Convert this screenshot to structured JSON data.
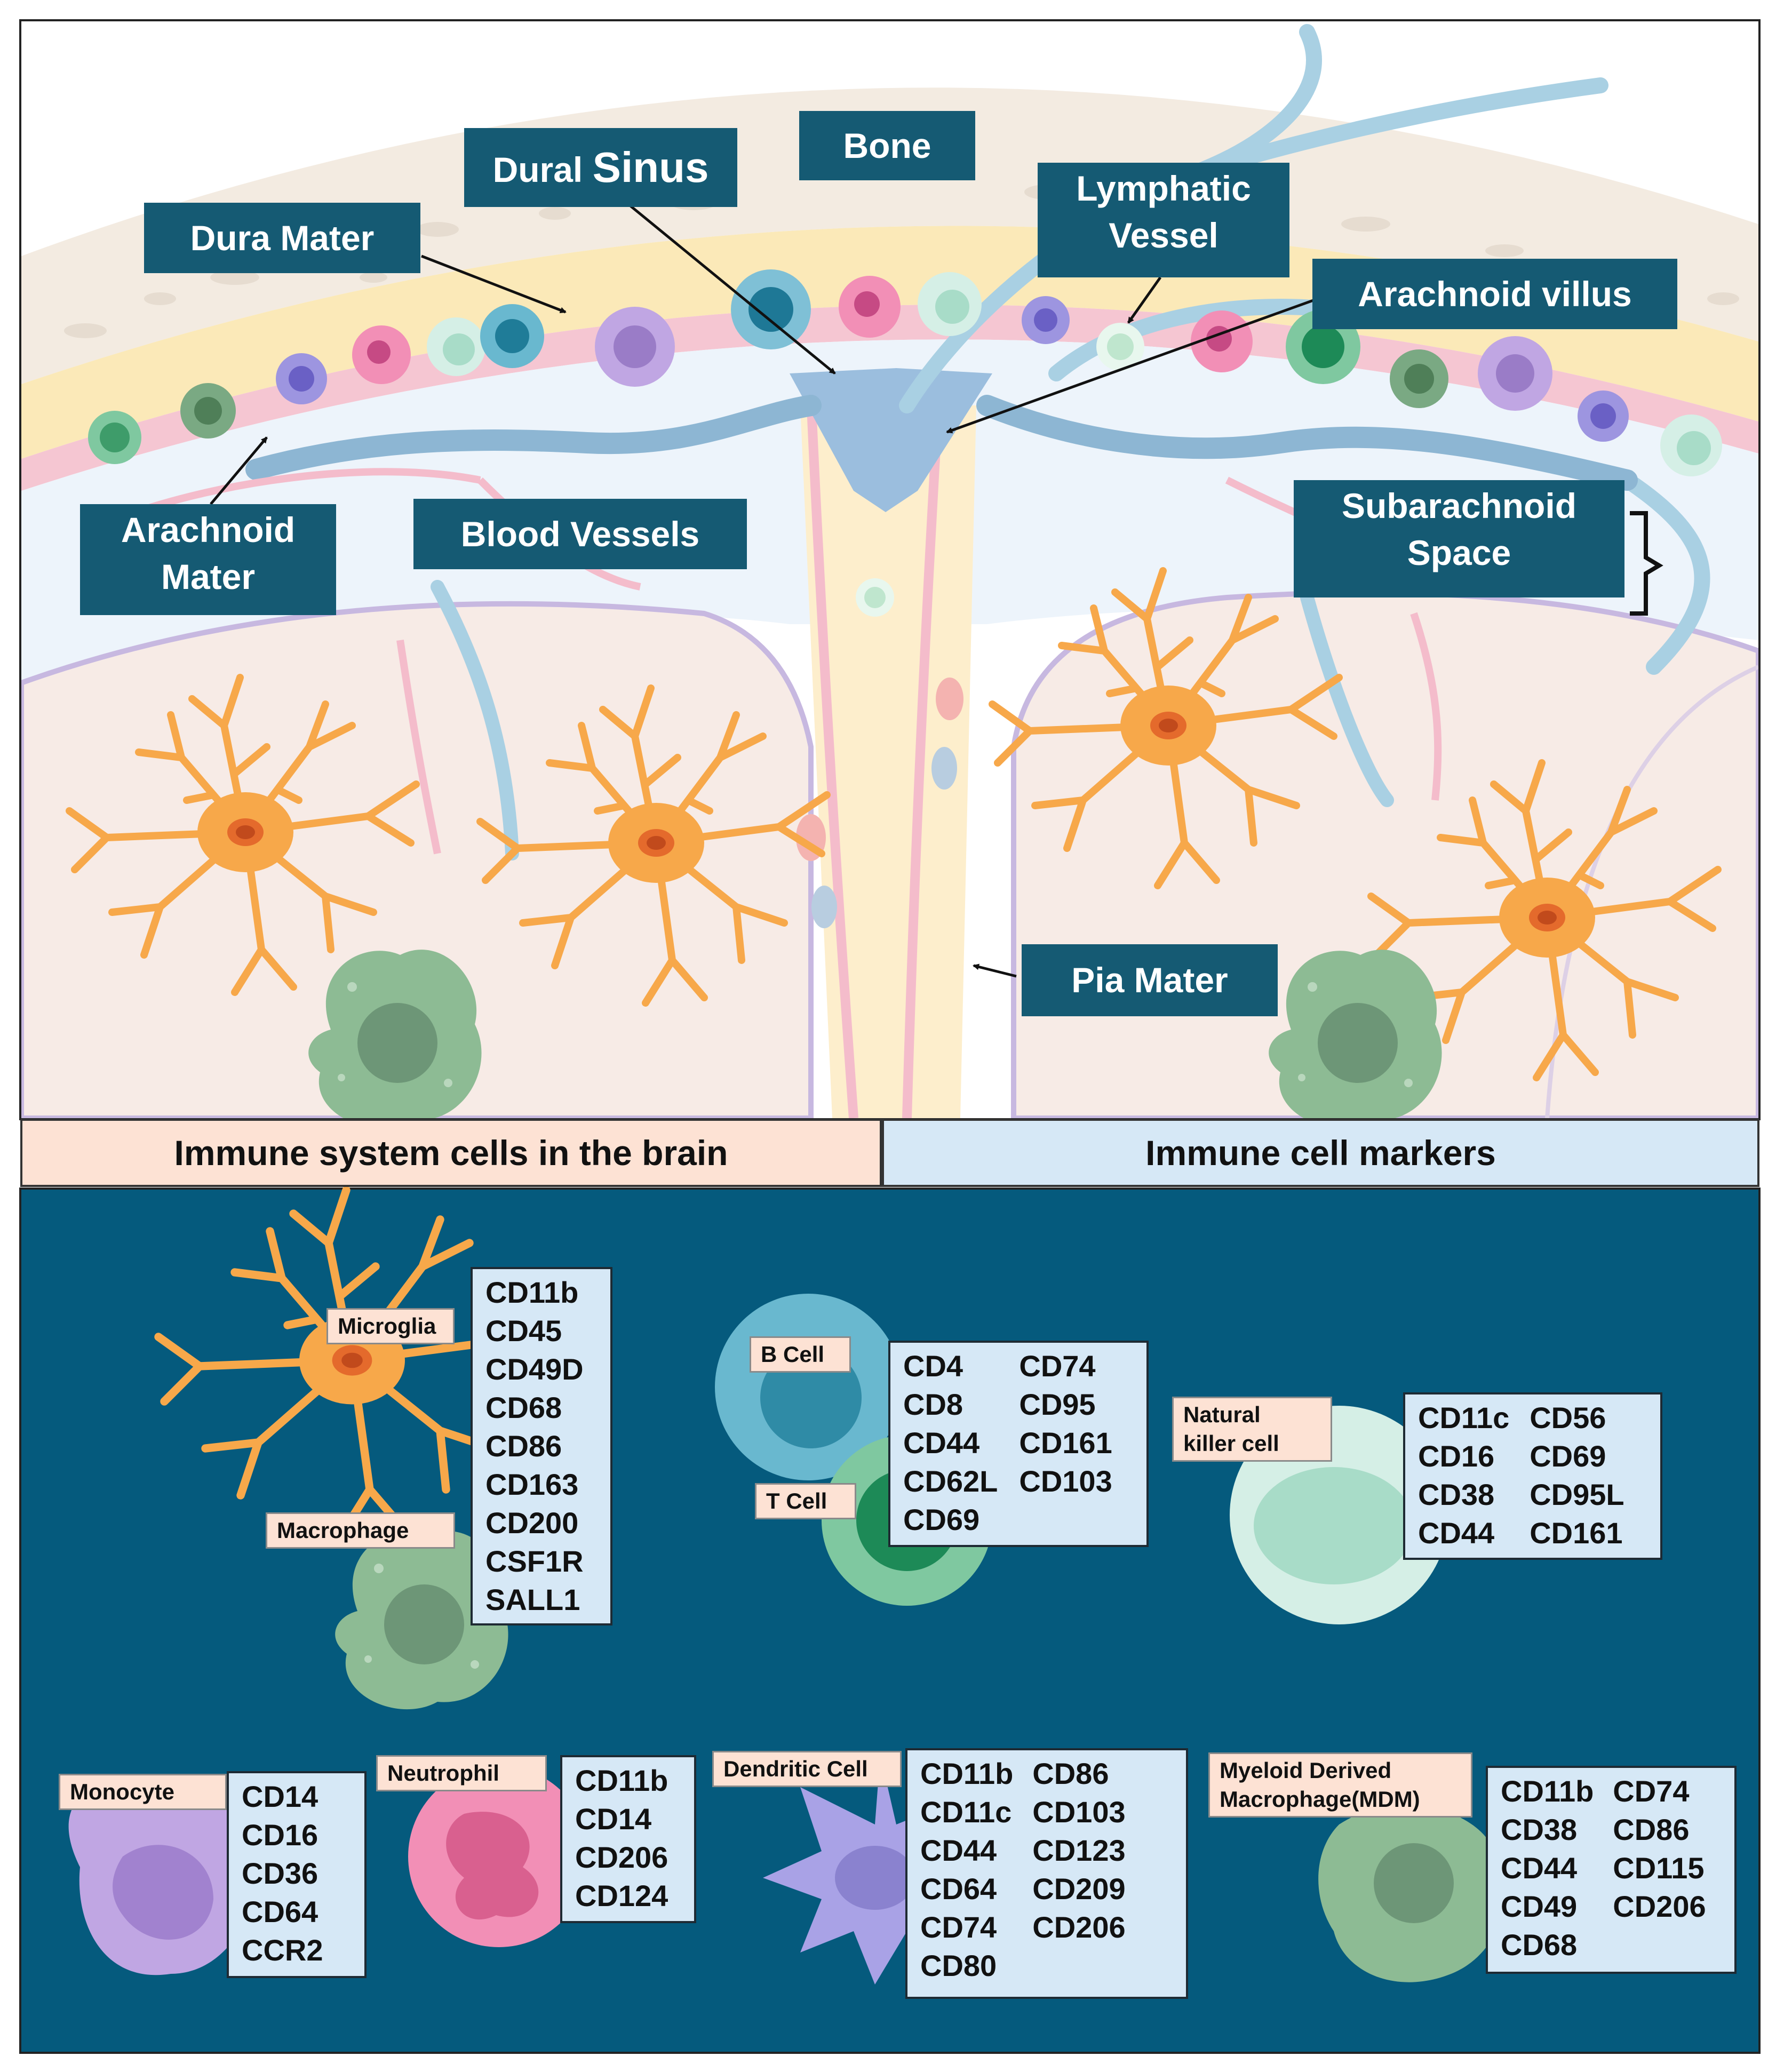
{
  "anatomy_labels": {
    "bone": "Bone",
    "dural": "Dural",
    "sinus": "Sinus",
    "dura_mater": "Dura Mater",
    "lymphatic_vessel": [
      "Lymphatic",
      "Vessel"
    ],
    "arachnoid_villus": "Arachnoid villus",
    "arachnoid_mater": [
      "Arachnoid",
      "Mater"
    ],
    "blood_vessels": "Blood Vessels",
    "subarachnoid_space": [
      "Subarachnoid",
      "Space"
    ],
    "pia_mater": "Pia Mater"
  },
  "headers": {
    "left": "Immune system cells in the brain",
    "right": "Immune cell markers"
  },
  "cells": {
    "microglia": "Microglia",
    "macrophage": "Macrophage",
    "b_cell": "B Cell",
    "t_cell": "T Cell",
    "nk_cell": [
      "Natural",
      "killer cell"
    ],
    "monocyte": "Monocyte",
    "neutrophil": "Neutrophil",
    "dendritic": "Dendritic Cell",
    "mdm": [
      "Myeloid Derived",
      "Macrophage(MDM)"
    ]
  },
  "markers": {
    "microglia_macrophage": [
      [
        "CD11b",
        "CD45",
        "CD49D",
        "CD68",
        "CD86",
        "CD163",
        "CD200",
        "CSF1R",
        "SALL1"
      ]
    ],
    "b_t_cell": [
      [
        "CD4",
        "CD8",
        "CD44",
        "CD62L",
        "CD69"
      ],
      [
        "CD74",
        "CD95",
        "CD161",
        "CD103"
      ]
    ],
    "nk_cell": [
      [
        "CD11c",
        "CD16",
        "CD38",
        "CD44"
      ],
      [
        "CD56",
        "CD69",
        "CD95L",
        "CD161"
      ]
    ],
    "monocyte": [
      [
        "CD14",
        "CD16",
        "CD36",
        "CD64",
        "CCR2"
      ]
    ],
    "neutrophil": [
      [
        "CD11b",
        "CD14",
        "CD206",
        "CD124"
      ]
    ],
    "dendritic": [
      [
        "CD11b",
        "CD11c",
        "CD44",
        "CD64",
        "CD74",
        "CD80"
      ],
      [
        "CD86",
        "CD103",
        "CD123",
        "CD209",
        "CD206"
      ]
    ],
    "mdm": [
      [
        "CD11b",
        "CD38",
        "CD44",
        "CD49",
        "CD68"
      ],
      [
        "CD74",
        "CD86",
        "CD115",
        "CD206"
      ]
    ]
  },
  "colors": {
    "label_bg": "#155a73",
    "lower_bg": "#055a7d",
    "left_header_bg": "#fde2d4",
    "right_header_bg": "#d6e8f6",
    "astrocyte": "#f7a84a",
    "bone": "#f3ebe1",
    "dura": "#fbe9b8",
    "lymphatic": "#a9d0e3",
    "blood_vessel": "#f4bccb",
    "tissue": "#f7ebe6"
  }
}
